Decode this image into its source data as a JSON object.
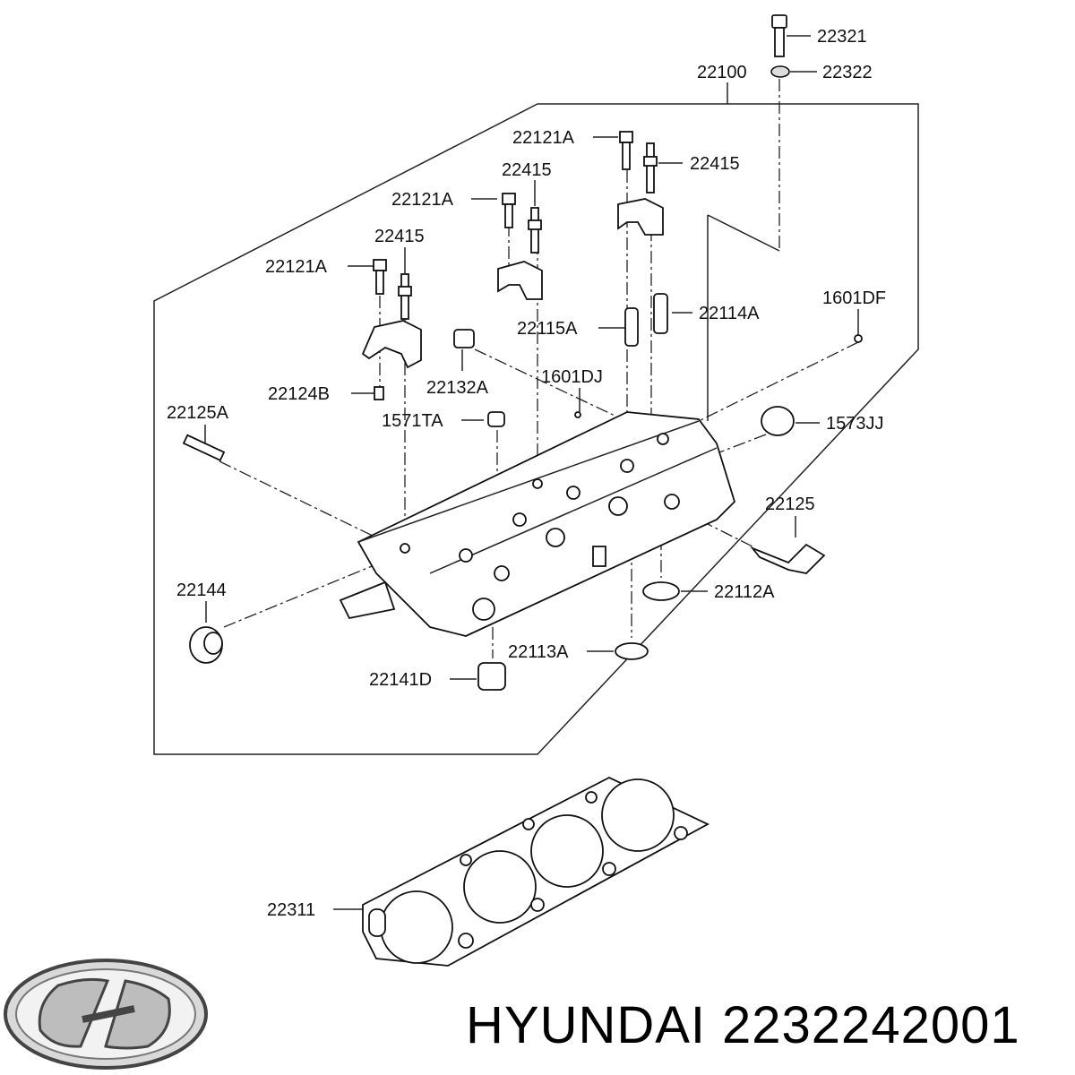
{
  "labels": {
    "l22321": "22321",
    "l22322": "22322",
    "l22100": "22100",
    "l22121A_1": "22121A",
    "l22415_1": "22415",
    "l22415_2": "22415",
    "l22121A_2": "22121A",
    "l22415_3": "22415",
    "l22121A_3": "22121A",
    "l1601DF": "1601DF",
    "l22114A": "22114A",
    "l22115A": "22115A",
    "l22132A": "22132A",
    "l1601DJ": "1601DJ",
    "l22124B": "22124B",
    "l22125A": "22125A",
    "l1571TA": "1571TA",
    "l1573JJ": "1573JJ",
    "l22125": "22125",
    "l22144": "22144",
    "l22112A": "22112A",
    "l22113A": "22113A",
    "l22141D": "22141D",
    "l22311": "22311"
  },
  "footer": {
    "brand": "HYUNDAI",
    "part_number": "2232242001"
  }
}
